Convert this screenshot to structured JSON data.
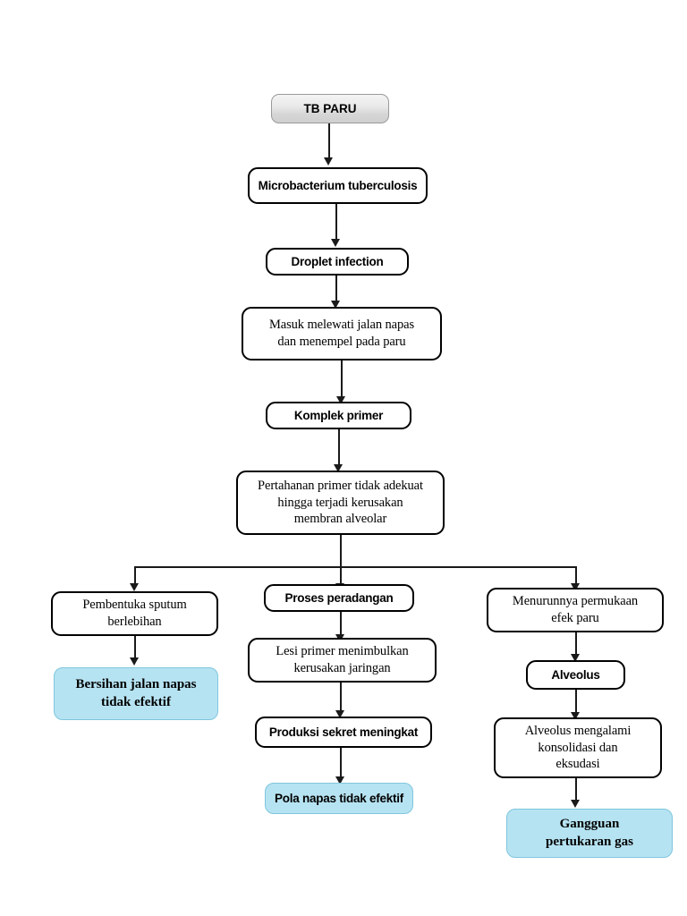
{
  "diagram": {
    "title": "TB Paru pathway",
    "colors": {
      "node_border": "#000000",
      "node_fill": "#ffffff",
      "start_fill_top": "#f4f4f4",
      "start_fill_bottom": "#cfcfcf",
      "start_border": "#9a9a9a",
      "diagnosis_fill": "#b6e3f2",
      "diagnosis_border": "#7fc6dd",
      "connector": "#1a1a1a"
    },
    "nodes": {
      "start": "TB PARU",
      "agent": "Microbacterium tuberculosis",
      "transmission": "Droplet infection",
      "entry": "Masuk melewati jalan napas\ndan menempel pada paru",
      "primary_complex": "Komplek primer",
      "membrane_damage": "Pertahanan primer tidak adekuat\nhingga terjadi kerusakan\nmembran alveolar",
      "branch_left": "Pembentuka sputum\nberlebihan",
      "branch_left_diagnosis": "Bersihan jalan napas\ntidak efektif",
      "branch_mid": "Proses peradangan",
      "branch_mid_lesion": "Lesi primer menimbulkan\nkerusakan jaringan",
      "branch_mid_secretion": "Produksi sekret meningkat",
      "branch_mid_diagnosis": "Pola napas tidak efektif",
      "branch_right": "Menurunnya permukaan\nefek paru",
      "branch_right_alveolus": "Alveolus",
      "branch_right_consolidation": "Alveolus mengalami\nkonsolidasi dan\neksudasi",
      "branch_right_diagnosis": "Gangguan\npertukaran gas"
    }
  }
}
